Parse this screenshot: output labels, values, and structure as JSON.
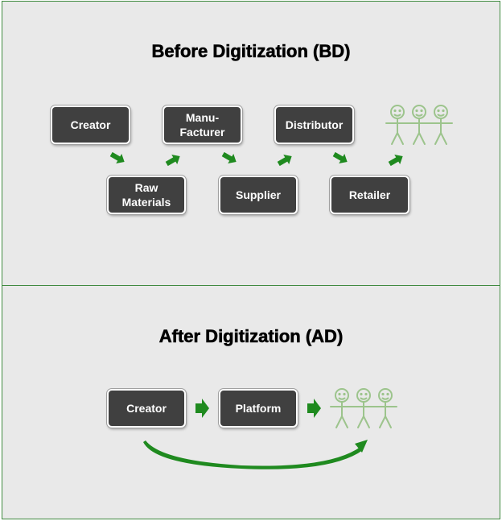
{
  "before": {
    "title": "Before Digitization (BD)",
    "nodes": {
      "creator": "Creator",
      "raw_materials": "Raw\nMaterials",
      "manufacturer": "Manu-\nFacturer",
      "supplier": "Supplier",
      "distributor": "Distributor",
      "retailer": "Retailer"
    },
    "consumers_icon": "people-group-icon"
  },
  "after": {
    "title": "After Digitization (AD)",
    "nodes": {
      "creator": "Creator",
      "platform": "Platform"
    },
    "consumers_icon": "people-group-icon"
  },
  "colors": {
    "panel_bg": "#e9e9e9",
    "panel_border": "#3f8a3f",
    "node_bg": "#404040",
    "arrow_green": "#1f8a1f",
    "people_green": "#9cc48c"
  }
}
